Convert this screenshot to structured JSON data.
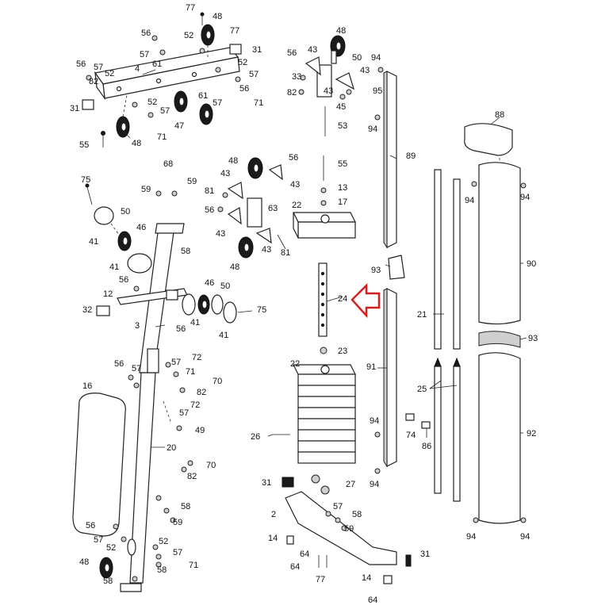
{
  "callouts": {
    "c2": "2",
    "c3": "3",
    "c4": "4",
    "c12": "12",
    "c13": "13",
    "c14a": "14",
    "c14b": "14",
    "c16": "16",
    "c17": "17",
    "c20": "20",
    "c21": "21",
    "c22a": "22",
    "c22b": "22",
    "c23": "23",
    "c24": "24",
    "c25": "25",
    "c26": "26",
    "c27": "27",
    "c31a": "31",
    "c31b": "31",
    "c31c": "31",
    "c31d": "31",
    "c32": "32",
    "c33": "33",
    "c41a": "41",
    "c41b": "41",
    "c41c": "41",
    "c41d": "41",
    "c43a": "43",
    "c43b": "43",
    "c43c": "43",
    "c43d": "43",
    "c43e": "43",
    "c43f": "43",
    "c45": "45",
    "c46a": "46",
    "c46b": "46",
    "c47": "47",
    "c48a": "48",
    "c48b": "48",
    "c48c": "48",
    "c48d": "48",
    "c48e": "48",
    "c48f": "48",
    "c49": "49",
    "c50a": "50",
    "c50b": "50",
    "c50c": "50",
    "c52a": "52",
    "c52b": "52",
    "c52c": "52",
    "c52d": "52",
    "c52e": "52",
    "c53": "53",
    "c55a": "55",
    "c55b": "55",
    "c56a": "56",
    "c56b": "56",
    "c56c": "56",
    "c56d": "56",
    "c56e": "56",
    "c56f": "56",
    "c56g": "56",
    "c56h": "56",
    "c57a": "57",
    "c57b": "57",
    "c57c": "57",
    "c57d": "57",
    "c57e": "57",
    "c57f": "57",
    "c57g": "57",
    "c57h": "57",
    "c57i": "57",
    "c57j": "57",
    "c58a": "58",
    "c58b": "58",
    "c58c": "58",
    "c58d": "58",
    "c59a": "59",
    "c59b": "59",
    "c59c": "59",
    "c59d": "59",
    "c61a": "61",
    "c61b": "61",
    "c63": "63",
    "c64a": "64",
    "c64b": "64",
    "c64c": "64",
    "c68": "68",
    "c70a": "70",
    "c70b": "70",
    "c71a": "71",
    "c71b": "71",
    "c71c": "71",
    "c71d": "71",
    "c72a": "72",
    "c72b": "72",
    "c74": "74",
    "c75a": "75",
    "c75b": "75",
    "c77a": "77",
    "c77b": "77",
    "c77c": "77",
    "c81a": "81",
    "c81b": "81",
    "c82a": "82",
    "c82b": "82",
    "c82c": "82",
    "c82d": "82",
    "c86": "86",
    "c88": "88",
    "c89": "89",
    "c90": "90",
    "c91": "91",
    "c92": "92",
    "c93a": "93",
    "c93b": "93",
    "c94a": "94",
    "c94b": "94",
    "c94c": "94",
    "c94d": "94",
    "c94e": "94",
    "c94f": "94",
    "c94g": "94",
    "c94h": "94",
    "c95": "95"
  },
  "colors": {
    "highlight_arrow": "#d61f1f",
    "line": "#222222",
    "background": "#ffffff"
  },
  "highlighted_part": "24"
}
